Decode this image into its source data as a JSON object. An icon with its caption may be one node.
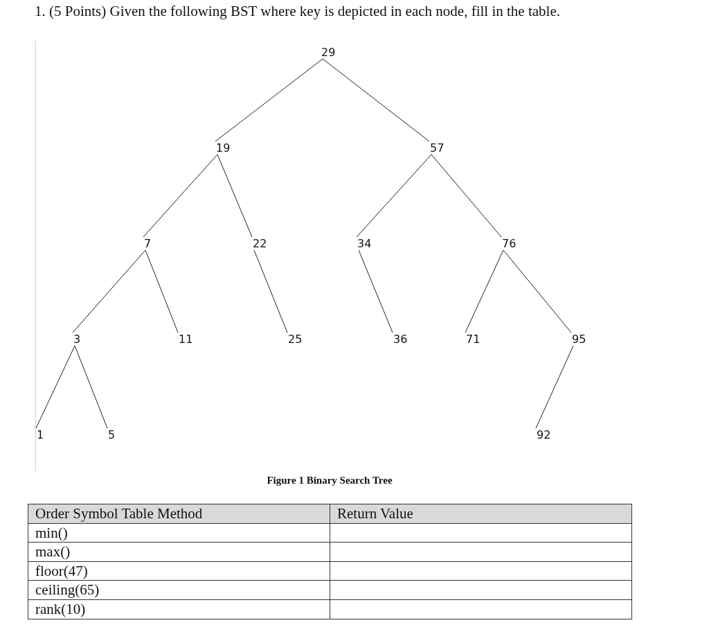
{
  "diagram": {
    "title": "1. (5 Points) Given the following BST where key is depicted in each node, fill in the table.",
    "caption": "Figure 1 Binary Search Tree",
    "nodes": [
      {
        "text": [
          "29"
        ]
      },
      {
        "text": [
          "19"
        ]
      },
      {
        "text": [
          "57"
        ]
      },
      {
        "text": [
          "7"
        ]
      },
      {
        "text": [
          "22"
        ]
      },
      {
        "text": [
          "34"
        ]
      },
      {
        "text": [
          "76"
        ]
      },
      {
        "text": [
          "3"
        ]
      },
      {
        "text": [
          "11"
        ]
      },
      {
        "text": [
          "25"
        ]
      },
      {
        "text": [
          "36"
        ]
      },
      {
        "text": [
          "71"
        ]
      },
      {
        "text": [
          "95"
        ]
      },
      {
        "text": [
          "1"
        ]
      },
      {
        "text": [
          "5"
        ]
      },
      {
        "text": [
          "92"
        ]
      }
    ],
    "edges": [
      {
        "from": 0,
        "to": 1,
        "arrow": "none"
      },
      {
        "from": 0,
        "to": 2,
        "arrow": "none"
      },
      {
        "from": 1,
        "to": 3,
        "arrow": "none"
      },
      {
        "from": 1,
        "to": 4,
        "arrow": "none"
      },
      {
        "from": 2,
        "to": 5,
        "arrow": "none"
      },
      {
        "from": 2,
        "to": 6,
        "arrow": "none"
      },
      {
        "from": 3,
        "to": 7,
        "arrow": "none"
      },
      {
        "from": 3,
        "to": 8,
        "arrow": "none"
      },
      {
        "from": 4,
        "to": 9,
        "arrow": "none"
      },
      {
        "from": 5,
        "to": 10,
        "arrow": "none"
      },
      {
        "from": 6,
        "to": 11,
        "arrow": "none"
      },
      {
        "from": 6,
        "to": 12,
        "arrow": "none"
      },
      {
        "from": 7,
        "to": 13,
        "arrow": "none"
      },
      {
        "from": 7,
        "to": 14,
        "arrow": "none"
      },
      {
        "from": 12,
        "to": 15,
        "arrow": "none"
      }
    ],
    "labels": [
      "Order Symbol Table Method",
      "Return Value",
      "min()",
      "max()",
      "floor(47)",
      "ceiling(65)",
      "rank(10)"
    ]
  }
}
